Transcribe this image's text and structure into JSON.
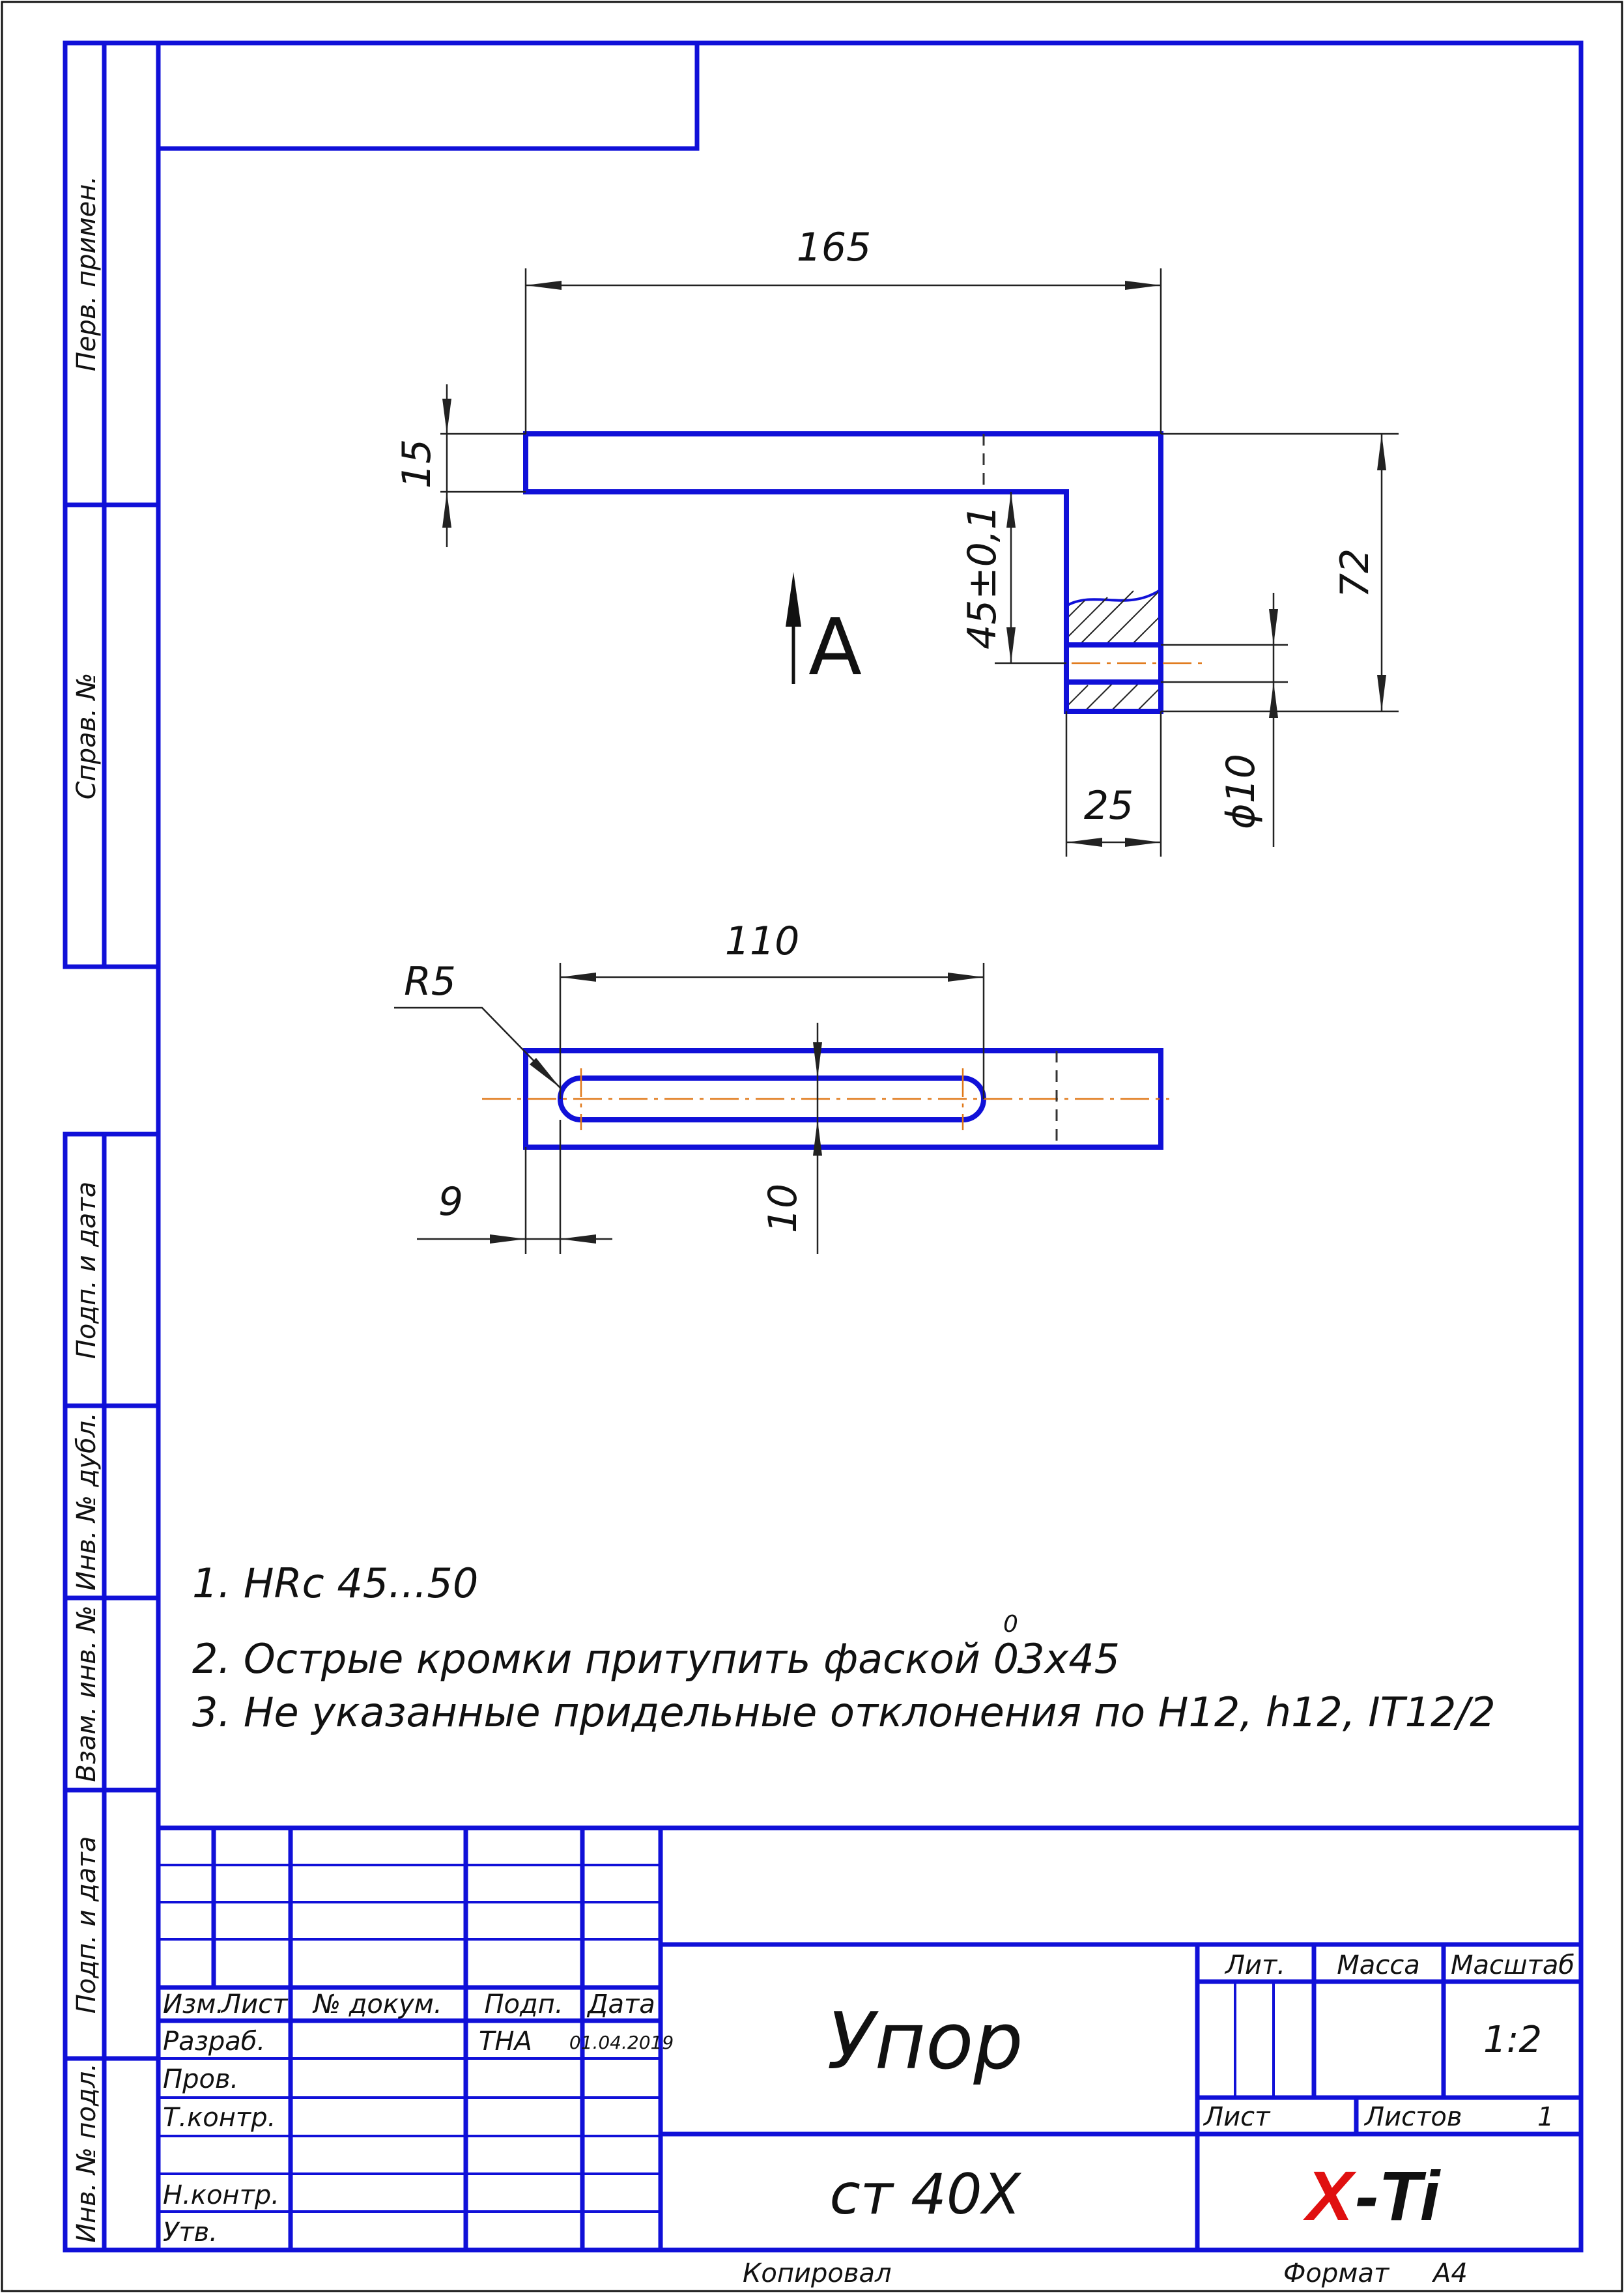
{
  "side_labels": {
    "perv_primen": "Перв. примен.",
    "sprav_no": "Справ. №",
    "podp_i_data_1": "Подп. и дата",
    "inv_no_dubl": "Инв. № дубл.",
    "vzam_inv_no": "Взам. инв. №",
    "podp_i_data_2": "Подп. и дата",
    "inv_no_podl": "Инв. № подл."
  },
  "dimensions": {
    "length_165": "165",
    "thickness_15": "15",
    "slot_depth": "45±0,1",
    "height_72": "72",
    "width_25": "25",
    "hole_diameter": "ϕ10",
    "view_label": "А",
    "slot_length_110": "110",
    "radius_r5": "R5",
    "offset_9": "9",
    "slot_width_10": "10"
  },
  "notes": [
    "1. HRc 45...50",
    "2. Острые кромки притупить фаской 03х45",
    "3. Не указанные придельные отклонения по H12, h12, IT12/2"
  ],
  "note_degree": "0",
  "note_end": ".",
  "title_block": {
    "col_izm": "Изм.",
    "col_list": "Лист",
    "col_doc": "№ докум.",
    "col_podp": "Подп.",
    "col_data": "Дата",
    "row_razrab": "Разраб.",
    "row_prov": "Пров.",
    "row_tkontr": "Т.контр.",
    "row_nkontr": "Н.контр.",
    "row_utv": "Утв.",
    "razrab_sign": "ТНА",
    "razrab_date": "01.04.2019",
    "part_name": "Упор",
    "material": "ст 40Х",
    "lit_label": "Лит.",
    "massa_label": "Масса",
    "masshtab_label": "Масштаб",
    "scale": "1:2",
    "sheet_label": "Лист",
    "sheets_label": "Листов",
    "sheets_count": "1",
    "logo_x": "X",
    "logo_rest": "-Ti"
  },
  "footer": {
    "copied_label": "Копировал",
    "format_label": "Формат",
    "format_value": "А4"
  }
}
